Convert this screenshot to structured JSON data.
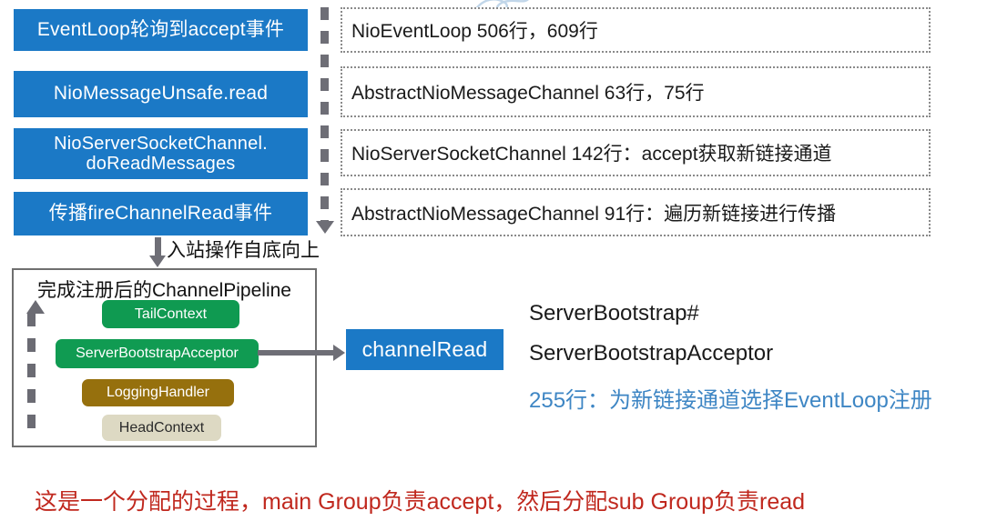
{
  "diagram": {
    "flow_steps": [
      {
        "label": "EventLoop轮询到accept事件",
        "lines": 1
      },
      {
        "label": "NioMessageUnsafe.read",
        "lines": 1
      },
      {
        "label": "NioServerSocketChannel.\ndoReadMessages",
        "lines": 2
      },
      {
        "label": "传播fireChannelRead事件",
        "lines": 1
      }
    ],
    "references": [
      {
        "text": "NioEventLoop 506行，609行"
      },
      {
        "text": "AbstractNioMessageChannel 63行，75行"
      },
      {
        "text": "NioServerSocketChannel 142行：accept获取新链接通道"
      },
      {
        "text": "AbstractNioMessageChannel 91行：遍历新链接进行传播"
      }
    ],
    "inbound_note": "入站操作自底向上",
    "pipeline": {
      "title": "完成注册后的ChannelPipeline",
      "handlers": [
        {
          "label": "TailContext",
          "color": "#0f9a51",
          "text_color": "#ffffff"
        },
        {
          "label": "ServerBootstrapAcceptor",
          "color": "#109b52",
          "text_color": "#ffffff"
        },
        {
          "label": "LoggingHandler",
          "color": "#96700d",
          "text_color": "#ffffff"
        },
        {
          "label": "HeadContext",
          "color": "#ddd9c3",
          "text_color": "#2b2b2b"
        }
      ]
    },
    "channel_read_label": "channelRead",
    "notes": [
      {
        "text": "ServerBootstrap#",
        "accent": false
      },
      {
        "text": "ServerBootstrapAcceptor",
        "accent": false
      },
      {
        "text": "255行：为新链接通道选择EventLoop注册",
        "accent": true
      }
    ],
    "caption": "这是一个分配的过程，main Group负责accept，然后分配sub Group负责read"
  },
  "colors": {
    "flow_blue": "#1b79c6",
    "accent_blue": "#3e86c4",
    "caption_red": "#c0281e",
    "connector_gray": "#6e6e76",
    "dotted_gray": "#8a8a8a"
  }
}
